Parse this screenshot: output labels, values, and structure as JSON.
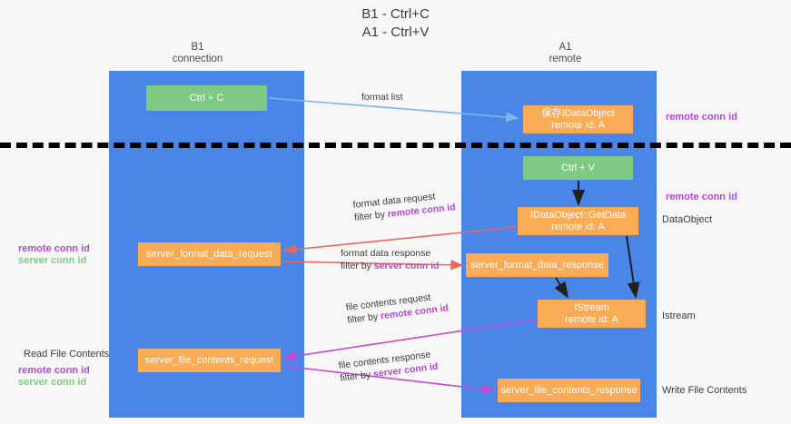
{
  "title": {
    "line1": "B1 - Ctrl+C",
    "line2": "A1 - Ctrl+V"
  },
  "columns": [
    {
      "name": "B1",
      "sub": "connection"
    },
    {
      "name": "A1",
      "sub": "remote"
    }
  ],
  "nodes": {
    "ctrl_c": {
      "label": "Ctrl + C",
      "color": "#7ec984"
    },
    "idataobject": {
      "label": "保存IDataObject",
      "sub": "remote id: A",
      "color": "#f9ab56"
    },
    "ctrl_v": {
      "label": "Ctrl + V",
      "color": "#7ec984"
    },
    "getdata": {
      "label": "IDataObject::GetData",
      "sub": "remote id: A",
      "color": "#f9ab56"
    },
    "format_request": {
      "label": "server_format_data_request",
      "color": "#f9ab56"
    },
    "format_response": {
      "label": "server_format_data_response",
      "color": "#f9ab56"
    },
    "istream": {
      "label": "IStream",
      "sub": "remote id: A",
      "color": "#f9ab56"
    },
    "file_request": {
      "label": "server_file_contents_request",
      "color": "#f9ab56"
    },
    "file_response": {
      "label": "server_file_contents_response",
      "color": "#f9ab56"
    }
  },
  "edges": {
    "format_list": {
      "label": "format list"
    },
    "format_data_request": {
      "line1": "format data request",
      "line2_prefix": "filter by ",
      "line2_key": "remote conn id"
    },
    "format_data_response": {
      "line1": "format data response",
      "line2_prefix": "filter by ",
      "line2_key": "server conn id"
    },
    "file_contents_request": {
      "line1": "file contents request",
      "line2_prefix": "filter by ",
      "line2_key": "remote conn id"
    },
    "file_contents_response": {
      "line1": "file contents response",
      "line2_prefix": "filter by ",
      "line2_key": "server conn id"
    }
  },
  "annotations": {
    "remote_conn_id_top": "remote conn id",
    "remote_conn_id_mid": "remote conn id",
    "dataobject": "DataObject",
    "istream": "Istream",
    "write_file_contents": "Write File Contents",
    "read_file_contents": "Read File Contents",
    "left_remote_conn_id": "remote conn id",
    "left_server_conn_id": "server conn id",
    "left_remote_conn_id_2": "remote conn id",
    "left_server_conn_id_2": "server conn id"
  },
  "colors": {
    "lane": "#4a86e8",
    "green_node": "#7ec984",
    "orange_node": "#f9ab56",
    "purple_text": "#b04ad0",
    "green_text": "#7ec984",
    "arrow_blue": "#7eb6e8",
    "arrow_red": "#e8665c",
    "arrow_magenta": "#c44ad0",
    "arrow_black": "#202020",
    "background": "#f7f7f7"
  }
}
